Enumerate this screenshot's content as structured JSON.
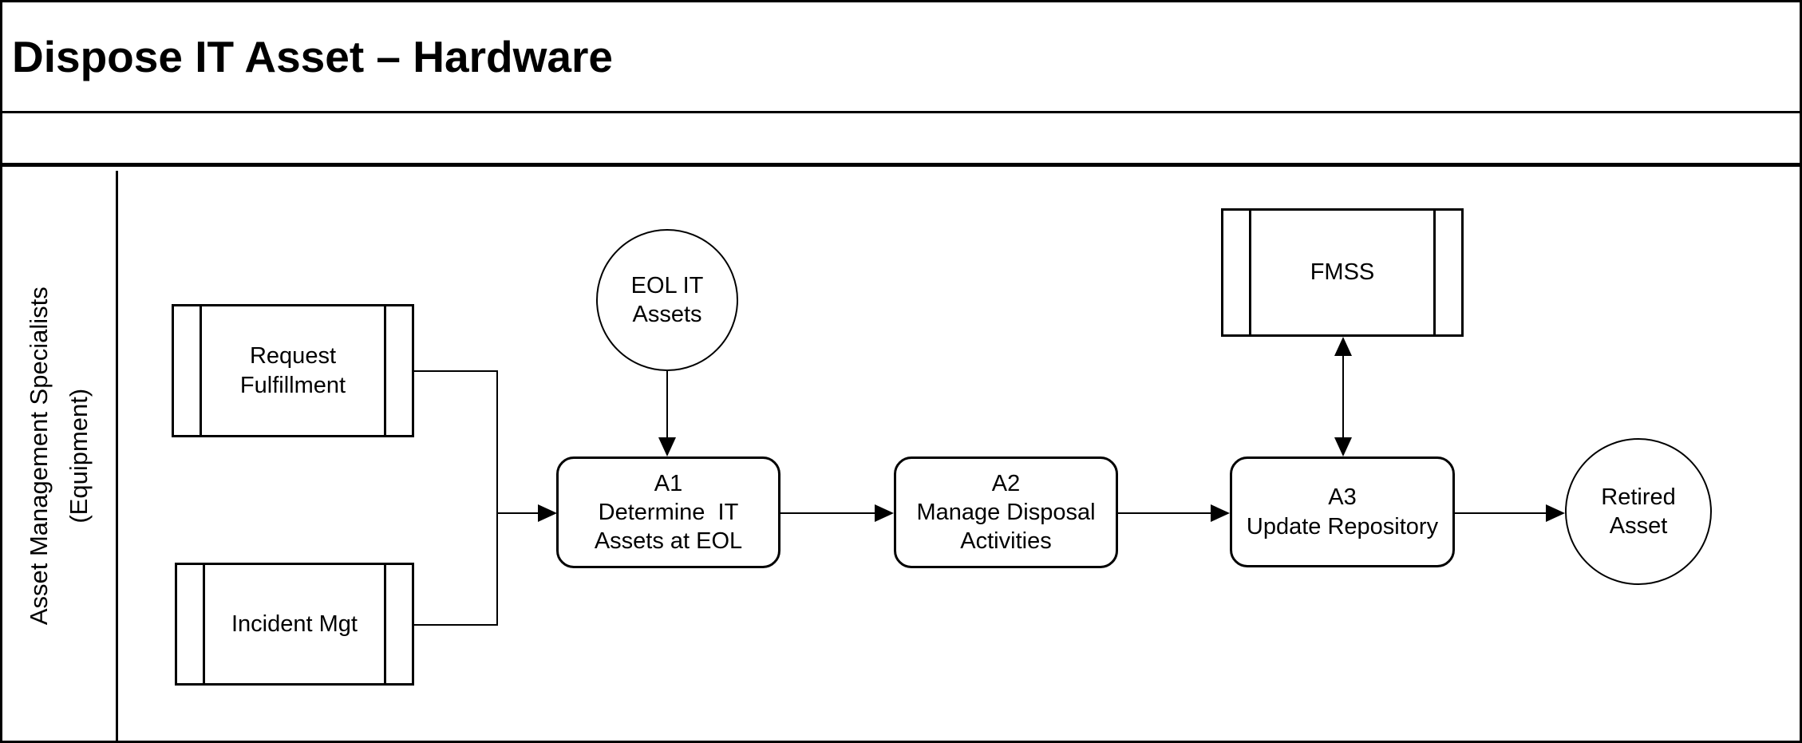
{
  "title": "Dispose IT Asset – Hardware",
  "diagram": {
    "lane": {
      "label": "Asset Management Specialists\n(Equipment)"
    },
    "nodes": [
      {
        "id": "request-fulfillment",
        "shape": "subprocess",
        "label": "Request\nFulfillment"
      },
      {
        "id": "incident-mgt",
        "shape": "subprocess",
        "label": "Incident Mgt"
      },
      {
        "id": "eol-it-assets",
        "shape": "circle",
        "label": "EOL IT\nAssets"
      },
      {
        "id": "a1",
        "shape": "rounded-rect",
        "label": "A1\nDetermine  IT\nAssets at EOL"
      },
      {
        "id": "a2",
        "shape": "rounded-rect",
        "label": "A2\nManage Disposal\nActivities"
      },
      {
        "id": "a3",
        "shape": "rounded-rect",
        "label": "A3\nUpdate Repository"
      },
      {
        "id": "fmss",
        "shape": "subprocess",
        "label": "FMSS"
      },
      {
        "id": "retired-asset",
        "shape": "circle",
        "label": "Retired\nAsset"
      }
    ],
    "edges": [
      {
        "from": "request-fulfillment",
        "to": "a1",
        "type": "arrow"
      },
      {
        "from": "incident-mgt",
        "to": "a1",
        "type": "arrow"
      },
      {
        "from": "eol-it-assets",
        "to": "a1",
        "type": "arrow"
      },
      {
        "from": "a1",
        "to": "a2",
        "type": "arrow"
      },
      {
        "from": "a2",
        "to": "a3",
        "type": "arrow"
      },
      {
        "from": "a3",
        "to": "retired-asset",
        "type": "arrow"
      },
      {
        "from": "a3",
        "to": "fmss",
        "type": "double-arrow"
      }
    ],
    "colors": {
      "line": "#000000",
      "background": "#ffffff"
    }
  }
}
